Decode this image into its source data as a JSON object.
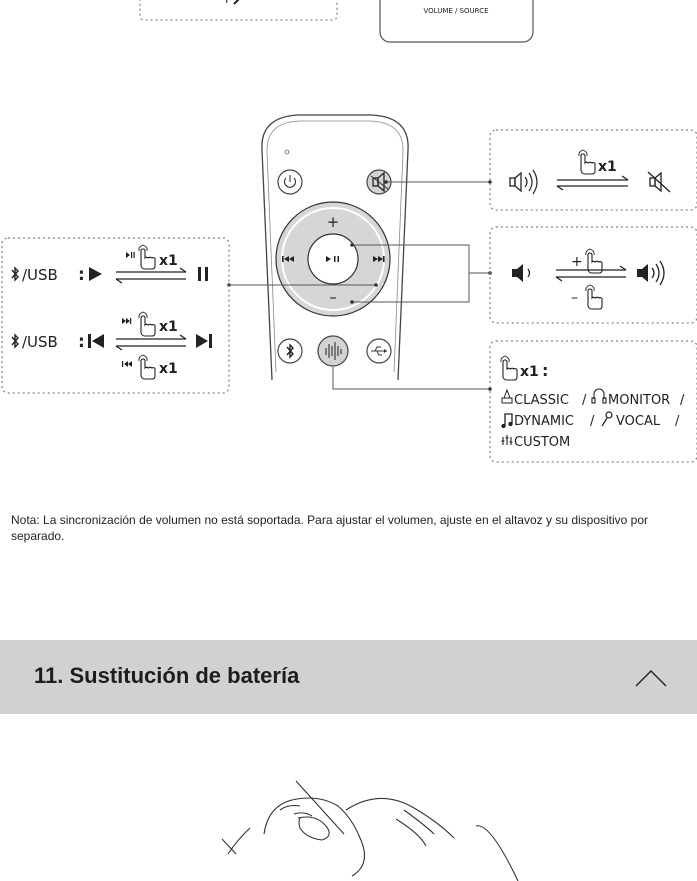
{
  "top": {
    "volume_source_label": "VOLUME / SOURCE"
  },
  "remote_callouts": {
    "mute": {
      "press_label": "x1"
    },
    "volume": {
      "plus": "+",
      "minus": "–"
    },
    "bt_play": {
      "label": "/USB",
      "colon": ":",
      "press_label": "x1"
    },
    "bt_skip": {
      "label": "/USB",
      "colon": ":",
      "press_top": "x1",
      "press_bottom": "x1"
    },
    "eq": {
      "press_label": "x1",
      "colon": ":",
      "modes": [
        {
          "name": "CLASSIC",
          "icon": "classic-icon"
        },
        {
          "name": "MONITOR",
          "icon": "monitor-icon"
        },
        {
          "name": "DYNAMIC",
          "icon": "music-note-icon"
        },
        {
          "name": "VOCAL",
          "icon": "microphone-icon"
        },
        {
          "name": "CUSTOM",
          "icon": "equalizer-icon"
        }
      ],
      "separator": "/"
    },
    "remote_buttons": {
      "plus": "+",
      "minus": "–"
    }
  },
  "note": "Nota: La sincronización de volumen no está soportada. Para ajustar el volumen, ajuste en el altavoz y su dispositivo por separado.",
  "section": {
    "title": "11. Sustitución de batería",
    "toggle_icon": "chevron-up-icon"
  },
  "colors": {
    "header_bg": "#d1d1d1",
    "line": "#4a4a4a",
    "dotted": "#888888",
    "text": "#1a1a1a"
  }
}
